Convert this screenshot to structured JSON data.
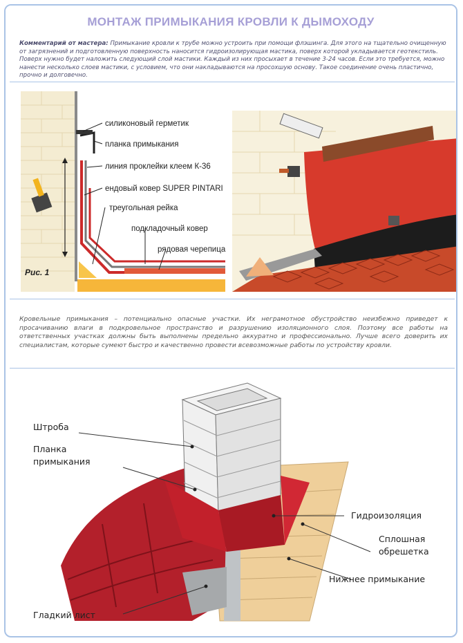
{
  "header": {
    "title": "МОНТАЖ ПРИМЫКАНИЯ КРОВЛИ К ДЫМОХОДУ",
    "comment_lead": "Комментарий от мастера:",
    "comment_text": "Примыкание кровли к трубе можно устроить при помощи флэшинга. Для этого на тщательно очищенную от загрязнений и подготовленную поверхность наносится гидроизолирующая мастика, поверх которой укладывается геотекстиль. Поверх нужно будет наложить следующий слой мастики. Каждый из них просыхает в течение 3-24 часов. Если это требуется, можно нанести несколько слоев мастики, с условием, что они накладываются на просохшую основу. Такое соединение очень пластично, прочно и долговечно."
  },
  "figure1": {
    "caption": "Рис. 1",
    "labels": [
      "силиконовый герметик",
      "планка примыкания",
      "линия проклейки клеем К-36",
      "ендовый ковер SUPER PINTARI",
      "треугольная рейка",
      "подкладочный ковер",
      "рядовая черепица"
    ]
  },
  "paragraph": "Кровельные примыкания – потенциально опасные участки. Их неграмотное обустройство неизбежно приведет к просачиванию влаги в подкровельное пространство и разрушению изоляционного слоя. Поэтому все работы на ответственных участках должны быть выполнены предельно аккуратно и профессионально. Лучше всего доверить их специалистам, которые сумеют быстро и качественно провести всевозможные работы по устройству кровли.",
  "figure3": {
    "labels": {
      "shtroba": "Штроба",
      "planka_1": "Планка",
      "planka_2": "примыкания",
      "hydro": "Гидроизоляция",
      "obreshetka_1": "Сплошная",
      "obreshetka_2": "обрешетка",
      "bottom": "Нижнее примыкание",
      "smooth": "Гладкий лист"
    }
  },
  "colors": {
    "title": "#a69fd6",
    "frame": "#a9c3e6",
    "tile_red": "#b3202b",
    "brick": "#f2e8cf",
    "wood": "#efcf9a"
  }
}
